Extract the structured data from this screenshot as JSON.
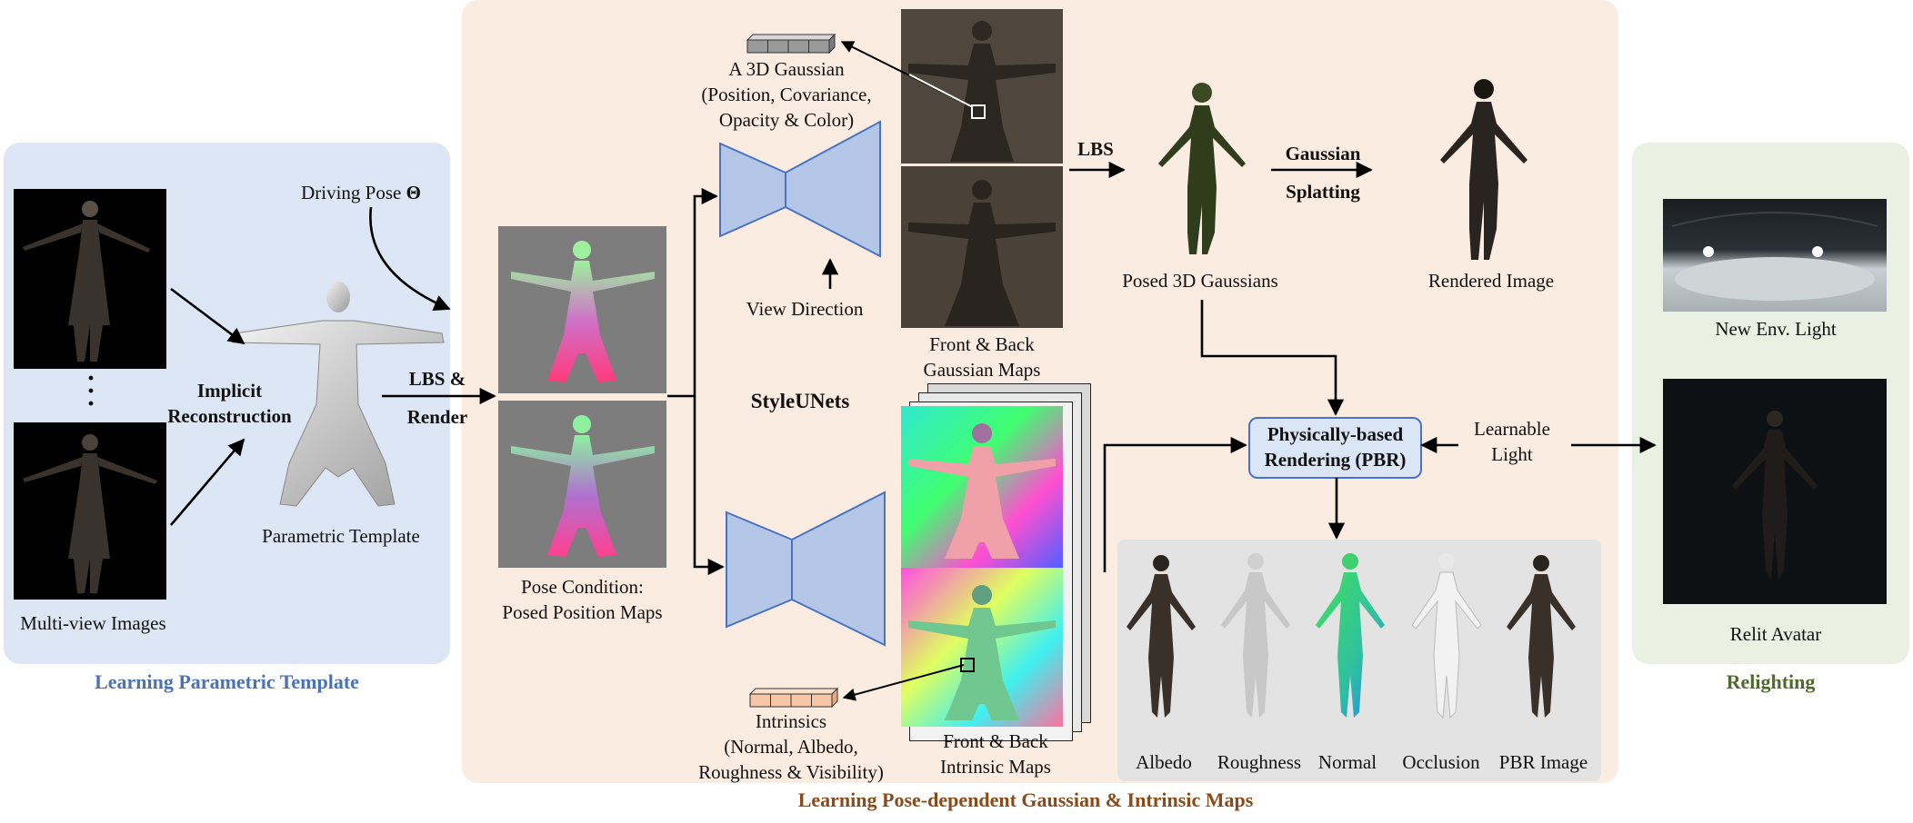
{
  "panels": {
    "left_title": "Learning Parametric Template",
    "middle_title": "Learning Pose-dependent Gaussian & Intrinsic Maps",
    "right_title": "Relighting"
  },
  "labels": {
    "multiview_images": "Multi-view Images",
    "implicit_reconstruction_1": "Implicit",
    "implicit_reconstruction_2": "Reconstruction",
    "driving_pose": "Driving Pose",
    "driving_pose_symbol": "Θ",
    "parametric_template": "Parametric Template",
    "lbs_render_1": "LBS &",
    "lbs_render_2": "Render",
    "pose_condition_1": "Pose Condition:",
    "pose_condition_2": "Posed Position Maps",
    "gaussian_1": "A 3D Gaussian",
    "gaussian_2": "(Position, Covariance,",
    "gaussian_3": "Opacity & Color)",
    "view_direction": "View Direction",
    "styleunets": "StyleUNets",
    "gaussian_maps_1": "Front & Back",
    "gaussian_maps_2": "Gaussian Maps",
    "lbs": "LBS",
    "posed_gaussians": "Posed 3D Gaussians",
    "gaussian_splatting_1": "Gaussian",
    "gaussian_splatting_2": "Splatting",
    "rendered_image": "Rendered Image",
    "intrinsics_1": "Intrinsics",
    "intrinsics_2": "(Normal, Albedo,",
    "intrinsics_3": "Roughness & Visibility)",
    "intrinsic_maps_1": "Front & Back",
    "intrinsic_maps_2": "Intrinsic Maps",
    "pbr_1": "Physically-based",
    "pbr_2": "Rendering (PBR)",
    "learnable_light_1": "Learnable",
    "learnable_light_2": "Light",
    "new_env_light": "New Env. Light",
    "relit_avatar": "Relit Avatar",
    "outputs": [
      "Albedo",
      "Roughness",
      "Normal",
      "Occlusion",
      "PBR Image"
    ]
  },
  "colors": {
    "left_panel": "#dce6f4",
    "middle_panel": "#fbece2",
    "right_panel": "#eaf1e2",
    "left_title": "#4a72b8",
    "middle_title": "#8a4a1a",
    "right_title": "#4f6b2a",
    "unet_fill": "#b4c7e7",
    "unet_stroke": "#4a72c4",
    "pbr_fill": "#dae6f6",
    "pbr_stroke": "#4a72c4"
  }
}
